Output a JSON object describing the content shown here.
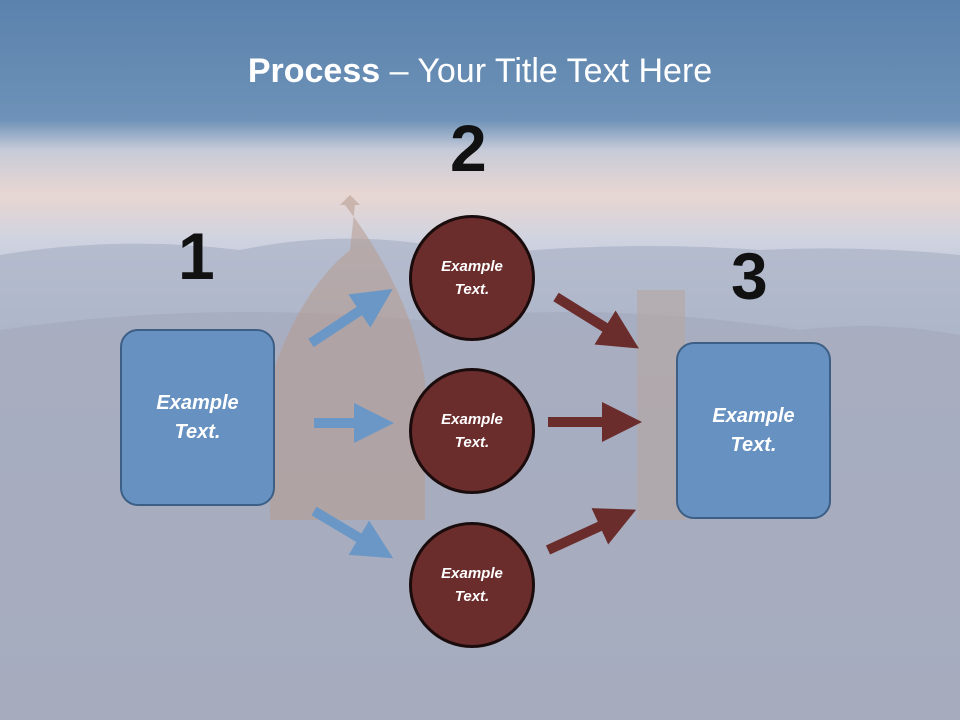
{
  "title": {
    "bold": "Process",
    "rest": " – Your Title Text Here"
  },
  "numbers": [
    "1",
    "2",
    "3"
  ],
  "left_box": {
    "text": "Example Text."
  },
  "right_box": {
    "text": "Example Text."
  },
  "circles": [
    {
      "text": "Example Text."
    },
    {
      "text": "Example Text."
    },
    {
      "text": "Example Text."
    }
  ],
  "colors": {
    "box_blue": "#6691c0",
    "circle_maroon": "#6b2c2c",
    "arrow_blue": "#6b97c6",
    "arrow_maroon": "#6b2c2c"
  }
}
